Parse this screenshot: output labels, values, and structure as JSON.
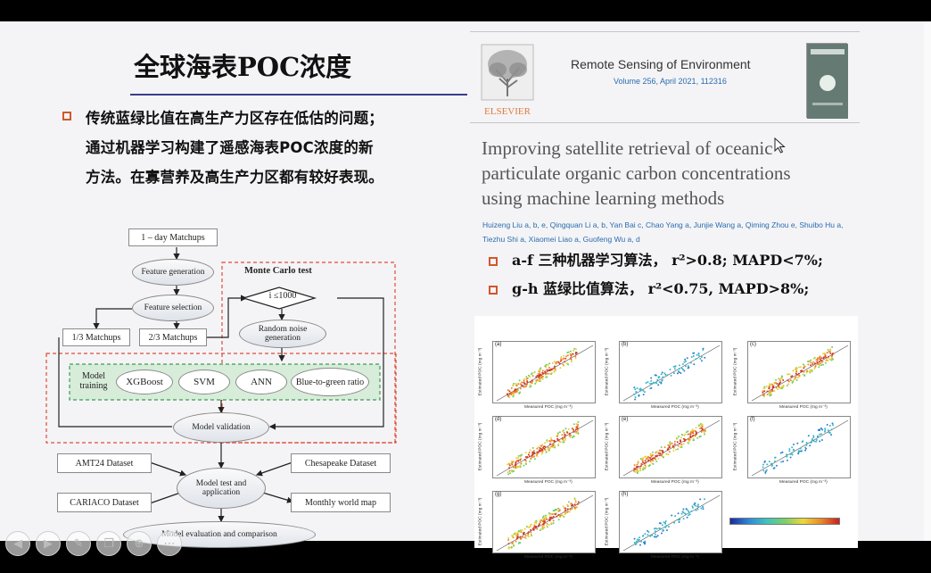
{
  "slide": {
    "title": "全球海表POC浓度",
    "bullet_lines": [
      "传统蓝绿比值在高生产力区存在低估的问题；",
      "通过机器学习构建了遥感海表POC浓度的新",
      "方法。在寡营养及高生产力区都有较好表现。"
    ]
  },
  "paper": {
    "publisher": "ELSEVIER",
    "journal": "Remote Sensing of Environment",
    "volume_line": "Volume 256, April 2021, 112316",
    "title_lines": [
      "Improving satellite retrieval of oceanic",
      "particulate organic carbon concentrations",
      "using machine learning methods"
    ],
    "authors_line1": "Huizeng Liu a, b, e, Qingquan Li a, b, Yan Bai c, Chao Yang a, Junjie Wang a, Qiming Zhou e, Shuibo Hu a,",
    "authors_line2": "Tiezhu Shi a, Xiaomei Liao a, Guofeng Wu a, d"
  },
  "findings": [
    {
      "prefix": "a-f",
      "text": "三种机器学习算法，",
      "math": "r²>0.8; MAPD<7%;"
    },
    {
      "prefix": "g-h",
      "text": "蓝绿比值算法，",
      "math": "r²<0.75, MAPD>8%;"
    }
  ],
  "flowchart": {
    "matchups": "1 – day Matchups",
    "feature_generation": "Feature generation",
    "feature_selection": "Feature selection",
    "monte_carlo": "Monte Carlo test",
    "loop": "i ≤1000",
    "noise": "Random noise generation",
    "matchups_13": "1/3 Matchups",
    "matchups_23": "2/3 Matchups",
    "model_training": "Model training",
    "models": [
      "XGBoost",
      "SVM",
      "ANN",
      "Blue-to-green ratio"
    ],
    "validation": "Model validation",
    "amt24": "AMT24 Dataset",
    "cariaco": "CARIACO Dataset",
    "chesapeake": "Chesapeake Dataset",
    "worldmap": "Monthly world map",
    "test_app": "Model test and application",
    "evaluation": "Model evaluation and comparison"
  },
  "scatter": {
    "ylabel": "Estimated POC (mg m⁻³)",
    "xlabel": "Measured POC (mg m⁻³)",
    "panels": [
      "(a)",
      "(b)",
      "(c)",
      "(d)",
      "(e)",
      "(f)",
      "(g)",
      "(h)"
    ]
  },
  "toolbar": {
    "icons": [
      "prev-icon",
      "next-icon",
      "pen-icon",
      "copy-icon",
      "zoom-icon",
      "more-icon"
    ]
  }
}
